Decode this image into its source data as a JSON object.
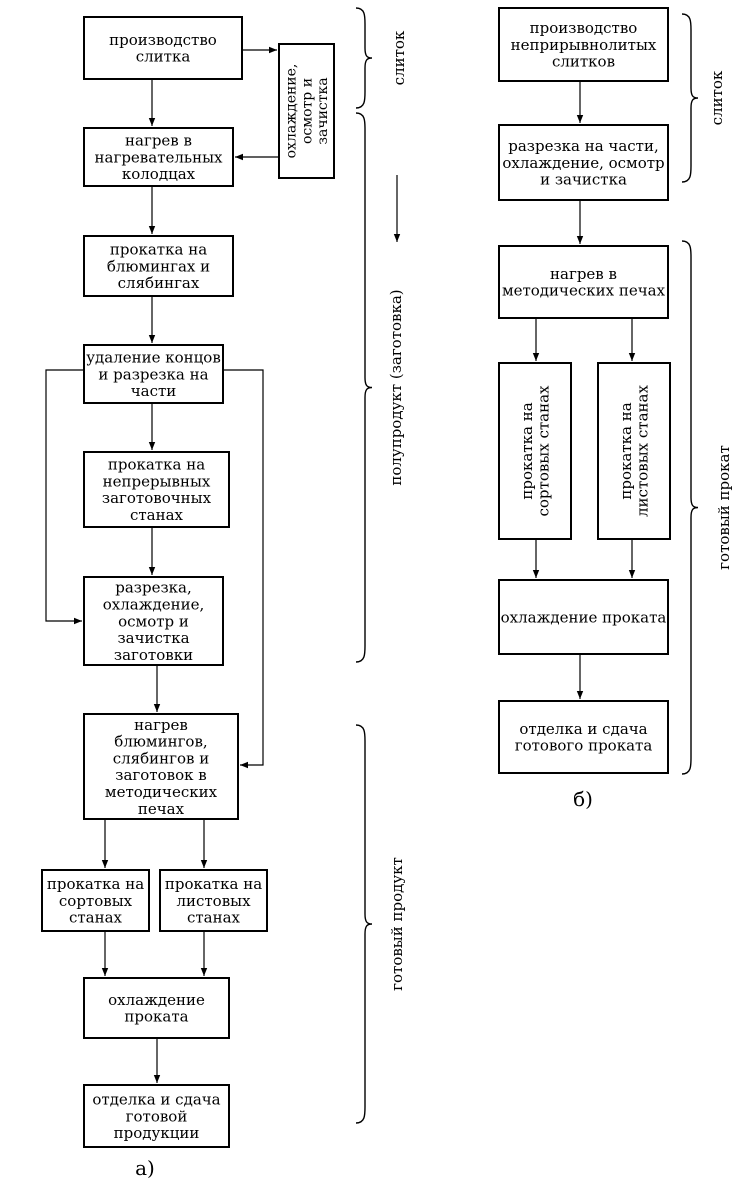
{
  "diagram_a": {
    "caption": "а)",
    "nodes": {
      "a_ingot": {
        "lines": [
          "производство",
          "слитка"
        ]
      },
      "a_cool": {
        "lines": [
          "охлаждение,",
          "осмотр и",
          "зачистка"
        ]
      },
      "a_heat_wells": {
        "lines": [
          "нагрев в",
          "нагревательных",
          "колодцах"
        ]
      },
      "a_bloom_roll": {
        "lines": [
          "прокатка на",
          "блюмингах и",
          "слябингах"
        ]
      },
      "a_crop": {
        "lines": [
          "удаление концов",
          "и разрезка на",
          "части"
        ]
      },
      "a_cont_roll": {
        "lines": [
          "прокатка на",
          "непрерывных",
          "заготовочных",
          "станах"
        ]
      },
      "a_cut_cool": {
        "lines": [
          "разрезка,",
          "охлаждение,",
          "осмотр и",
          "зачистка",
          "заготовки"
        ]
      },
      "a_heat_furn": {
        "lines": [
          "нагрев",
          "блюмингов,",
          "слябингов и",
          "заготовок в",
          "методических",
          "печах"
        ]
      },
      "a_section": {
        "lines": [
          "прокатка на",
          "сортовых",
          "станах"
        ]
      },
      "a_sheet": {
        "lines": [
          "прокатка на",
          "листовых",
          "станах"
        ]
      },
      "a_cool_roll": {
        "lines": [
          "охлаждение",
          "проката"
        ]
      },
      "a_finish": {
        "lines": [
          "отделка и сдача",
          "готовой",
          "продукции"
        ]
      }
    },
    "brackets": {
      "ingot": "слиток",
      "semi": "полупродукт (заготовка)",
      "final": "готовый продукт"
    }
  },
  "diagram_b": {
    "caption": "б)",
    "nodes": {
      "b_ingot": {
        "lines": [
          "производство",
          "неприрывнолитых",
          "слитков"
        ]
      },
      "b_cut": {
        "lines": [
          "разрезка на части,",
          "охлаждение, осмотр",
          "и зачистка"
        ]
      },
      "b_heat": {
        "lines": [
          "нагрев в",
          "методических печах"
        ]
      },
      "b_section": {
        "lines": [
          "прокатка на",
          "сортовых станах"
        ]
      },
      "b_sheet": {
        "lines": [
          "прокатка на",
          "листовых станах"
        ]
      },
      "b_cool": {
        "lines": [
          "охлаждение проката"
        ]
      },
      "b_finish": {
        "lines": [
          "отделка и сдача",
          "готового проката"
        ]
      }
    },
    "brackets": {
      "ingot": "слиток",
      "final": "готовый прокат"
    }
  }
}
